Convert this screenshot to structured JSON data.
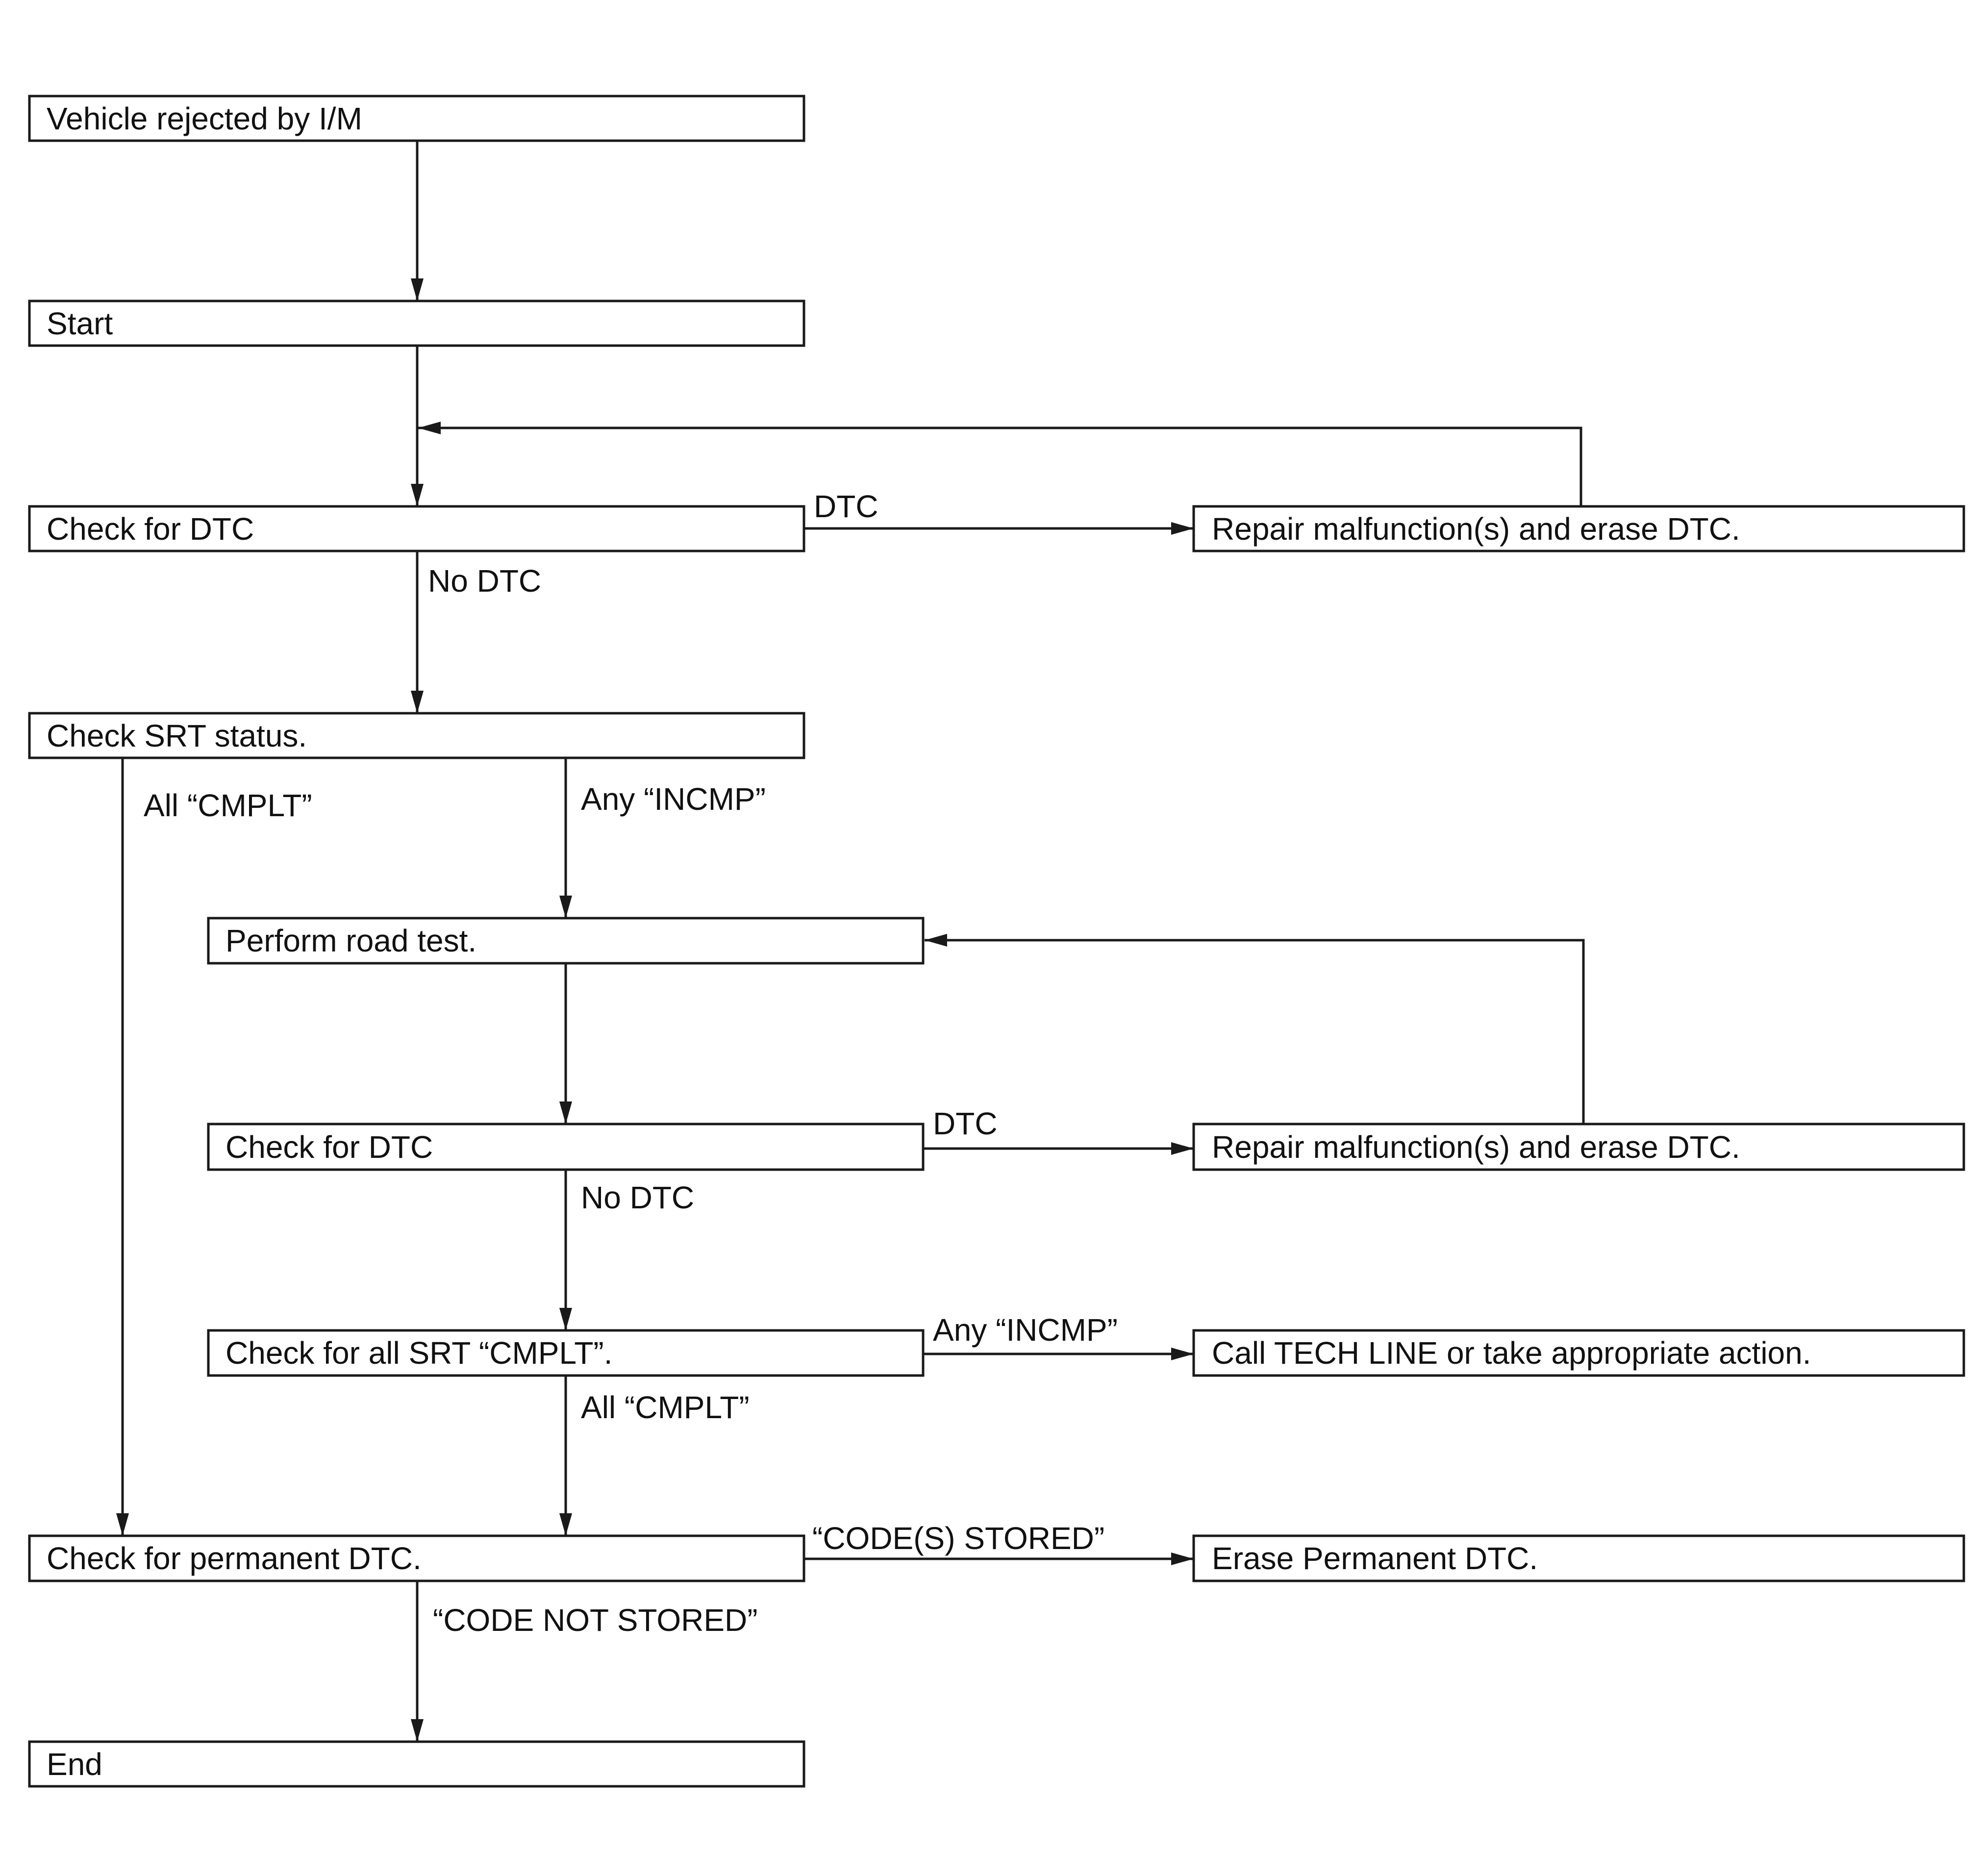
{
  "nodes": {
    "vehicle_rejected": "Vehicle rejected by I/M",
    "start": "Start",
    "check_dtc_1": "Check for DTC",
    "repair_1": "Repair malfunction(s) and erase DTC.",
    "check_srt": "Check SRT status.",
    "road_test": "Perform road test.",
    "check_dtc_2": "Check for DTC",
    "repair_2": "Repair malfunction(s) and erase DTC.",
    "check_all_srt": "Check for all SRT “CMPLT”.",
    "call_tech": "Call TECH LINE or take appropriate action.",
    "check_permanent": "Check for permanent DTC.",
    "erase_permanent": "Erase Permanent DTC.",
    "end": "End"
  },
  "edge_labels": {
    "dtc_1": "DTC",
    "no_dtc_1": "No DTC",
    "all_cmplt_1": "All “CMPLT”",
    "any_incmp_1": "Any “INCMP”",
    "dtc_2": "DTC",
    "no_dtc_2": "No DTC",
    "any_incmp_2": "Any “INCMP”",
    "all_cmplt_2": "All “CMPLT”",
    "codes_stored": "“CODE(S) STORED”",
    "code_not_stored": "“CODE NOT STORED”"
  }
}
